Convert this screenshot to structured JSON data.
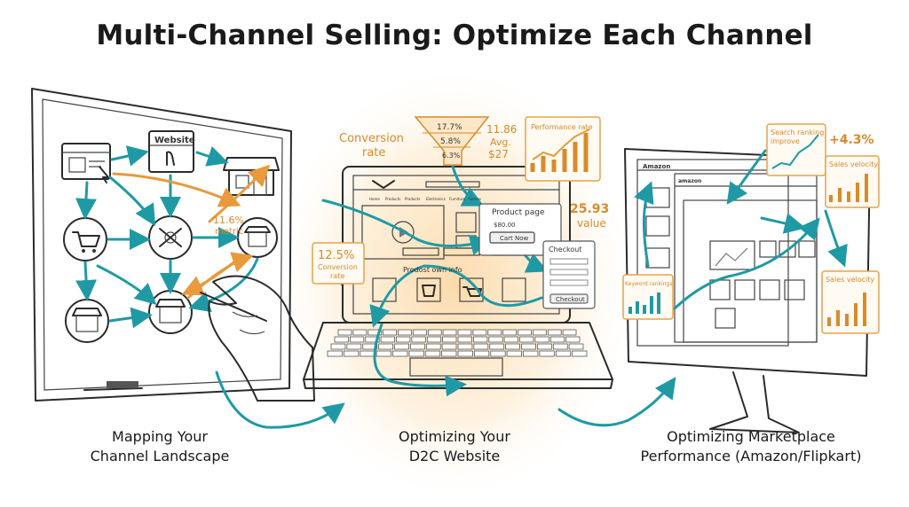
{
  "title": "Multi-Channel Selling: Optimize Each Channel",
  "colors": {
    "accent_teal": "#1f9aa5",
    "accent_orange": "#e89a3c",
    "glow": "#fbd9a8",
    "ink": "#2b2b2b"
  },
  "panel1": {
    "caption_line1": "Mapping Your",
    "caption_line2": "Channel Landscape",
    "website_label": "Website",
    "metric_value": "11.6%",
    "metric_label": "metric"
  },
  "panel2": {
    "caption_line1": "Optimizing Your",
    "caption_line2": "D2C Website",
    "conversion_label_1": "Conversion",
    "conversion_label_2": "rate",
    "funnel_values": [
      "17.7%",
      "5.8%",
      "6.3%"
    ],
    "funnel_stat_1": "11.86",
    "funnel_stat_2": "Avg.",
    "funnel_stat_3": "$27",
    "performance_label": "Performance rate",
    "value_number": "25.93",
    "value_label": "value",
    "rate_card_value": "12.5%",
    "rate_card_label_1": "Conversion",
    "rate_card_label_2": "rate",
    "product_page_title": "Product page",
    "product_price": "$80.00",
    "cart_button": "Cart Now",
    "product_info": "Prodost own info",
    "checkout_title": "Checkout",
    "checkout_button": "Checkout",
    "nav_items": [
      "Home",
      "Products",
      "Products",
      "Electronics",
      "Furniture",
      "Games"
    ]
  },
  "panel3": {
    "caption_line1": "Optimizing Marketplace",
    "caption_line2": "Performance (Amazon/Flipkart)",
    "search_ranking_1": "Search ranking",
    "search_ranking_2": "improve",
    "growth_value": "+4.3%",
    "sales_velocity_top": "Sales velocity",
    "sales_velocity_bottom": "Sales velocity",
    "keyword_rankings": "Keyword rankings",
    "marketplace_logo_1": "Amazon",
    "marketplace_logo_2": "amazon"
  }
}
